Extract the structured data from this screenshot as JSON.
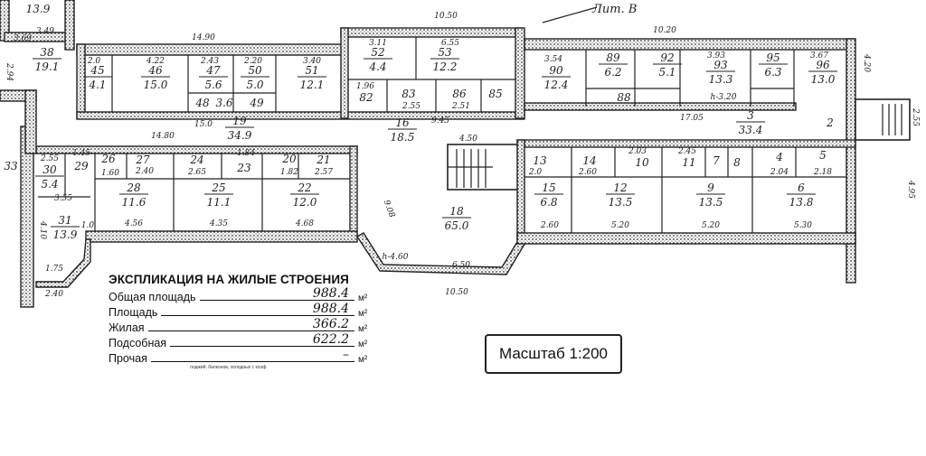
{
  "plan": {
    "litera": "Лит. В",
    "rooms": [
      {
        "n": "",
        "a": "13.9"
      },
      {
        "n": "38",
        "a": "19.1"
      },
      {
        "n": "45",
        "a": "4.1"
      },
      {
        "n": "46",
        "a": "15.0"
      },
      {
        "n": "47",
        "a": "5.6"
      },
      {
        "n": "48",
        "a": "3.6"
      },
      {
        "n": "50",
        "a": "5.0"
      },
      {
        "n": "49",
        "a": ""
      },
      {
        "n": "51",
        "a": "12.1"
      },
      {
        "n": "19",
        "a": "34.9"
      },
      {
        "n": "52",
        "a": "4.4"
      },
      {
        "n": "53",
        "a": "12.2"
      },
      {
        "n": "82",
        "a": ""
      },
      {
        "n": "83",
        "a": ""
      },
      {
        "n": "86",
        "a": ""
      },
      {
        "n": "85",
        "a": ""
      },
      {
        "n": "16",
        "a": "18.5"
      },
      {
        "n": "90",
        "a": "12.4"
      },
      {
        "n": "89",
        "a": "6.2"
      },
      {
        "n": "92",
        "a": "5.1"
      },
      {
        "n": "88",
        "a": ""
      },
      {
        "n": "93",
        "a": "13.3"
      },
      {
        "n": "95",
        "a": "6.3"
      },
      {
        "n": "96",
        "a": "13.0"
      },
      {
        "n": "3",
        "a": "33.4"
      },
      {
        "n": "2",
        "a": ""
      },
      {
        "n": "30",
        "a": "5.4"
      },
      {
        "n": "29",
        "a": ""
      },
      {
        "n": "26",
        "a": ""
      },
      {
        "n": "27",
        "a": ""
      },
      {
        "n": "24",
        "a": ""
      },
      {
        "n": "23",
        "a": ""
      },
      {
        "n": "20",
        "a": ""
      },
      {
        "n": "21",
        "a": ""
      },
      {
        "n": "28",
        "a": "11.6"
      },
      {
        "n": "25",
        "a": "11.1"
      },
      {
        "n": "22",
        "a": "12.0"
      },
      {
        "n": "31",
        "a": "13.9"
      },
      {
        "n": "33",
        "a": ""
      },
      {
        "n": "18",
        "a": "65.0"
      },
      {
        "n": "13",
        "a": ""
      },
      {
        "n": "14",
        "a": ""
      },
      {
        "n": "10",
        "a": ""
      },
      {
        "n": "11",
        "a": ""
      },
      {
        "n": "7",
        "a": ""
      },
      {
        "n": "8",
        "a": ""
      },
      {
        "n": "4",
        "a": ""
      },
      {
        "n": "5",
        "a": ""
      },
      {
        "n": "15",
        "a": "6.8"
      },
      {
        "n": "12",
        "a": "13.5"
      },
      {
        "n": "9",
        "a": "13.5"
      },
      {
        "n": "6",
        "a": "13.8"
      }
    ],
    "dims": [
      "14.90",
      "15.0",
      "10.50",
      "9.45",
      "10.20",
      "17.05",
      "h-3.20",
      "4.20",
      "3.49",
      "3.69",
      "2.94",
      "2.0",
      "4.22",
      "2.43",
      "2.20",
      "3.40",
      "3.11",
      "6.55",
      "3.54",
      "3.93",
      "3.67",
      "1.96",
      "2.55",
      "2.51",
      "14.80",
      "2.55",
      "1.45",
      "1.60",
      "2.40",
      "2.65",
      "1.84",
      "1.82",
      "2.57",
      "3.55",
      "4.56",
      "4.35",
      "4.68",
      "1.75",
      "2.40",
      "h-4.60",
      "9.08",
      "4.50",
      "6.50",
      "10.50",
      "2.0",
      "2.60",
      "2.03",
      "2.45",
      "2.04",
      "2.18",
      "2.60",
      "5.20",
      "5.20",
      "5.30",
      "4.95",
      "2.55",
      "4.10",
      "1.0"
    ]
  },
  "explication": {
    "title": "ЭКСПЛИКАЦИЯ НА ЖИЛЫЕ СТРОЕНИЯ",
    "unit": "м²",
    "rows": [
      {
        "label": "Общая площадь",
        "value": "988.4"
      },
      {
        "label": "Площадь",
        "value": "988.4"
      },
      {
        "label": "Жилая",
        "value": "366.2"
      },
      {
        "label": "Подсобная",
        "value": "622.2"
      },
      {
        "label": "Прочая",
        "value": "–"
      }
    ],
    "note": "лоджий, балконов, холодных с коэф."
  },
  "scale_label": "Масштаб 1:200"
}
